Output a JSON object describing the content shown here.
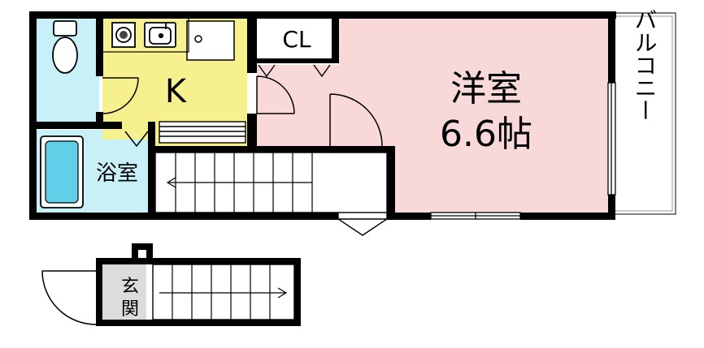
{
  "rooms": {
    "kitchen": "K",
    "closet": "CL",
    "western_room": "洋室",
    "western_room_size": "6.6帖",
    "bathroom": "浴室",
    "balcony": "バルコニー",
    "entrance": "玄関"
  },
  "colors": {
    "kitchen": "#f7f08e",
    "western_room": "#f8d8d8",
    "water_area": "#c8f0f8",
    "bathtub": "#5fd0e8",
    "wall": "#000000",
    "entrance_floor": "#dcdcdc"
  },
  "icons": [
    "toilet-icon",
    "stove-icon",
    "sink-icon",
    "bathtub-icon",
    "stairs-arrow-icon"
  ]
}
